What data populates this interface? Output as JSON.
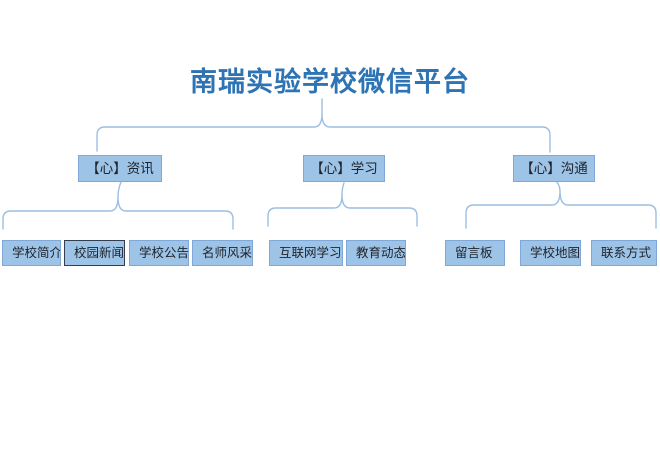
{
  "title": {
    "text": "南瑞实验学校微信平台"
  },
  "tree": {
    "branches": [
      {
        "label": "【心】资讯",
        "children": [
          "学校简介",
          "校园新闻",
          "学校公告",
          "名师风采"
        ]
      },
      {
        "label": "【心】学习",
        "children": [
          "互联网学习",
          "教育动态"
        ]
      },
      {
        "label": "【心】沟通",
        "children": [
          "留言板",
          "学校地图",
          "联系方式"
        ]
      }
    ],
    "highlighted_child": "校园新闻"
  },
  "colors": {
    "title_color": "#2e74b5",
    "box_fill": "#9dc3e6",
    "box_border": "#7fa8d8",
    "connector": "#9cbee3",
    "highlight_border": "#333f50",
    "text_color": "#20242c",
    "background": "#ffffff"
  }
}
